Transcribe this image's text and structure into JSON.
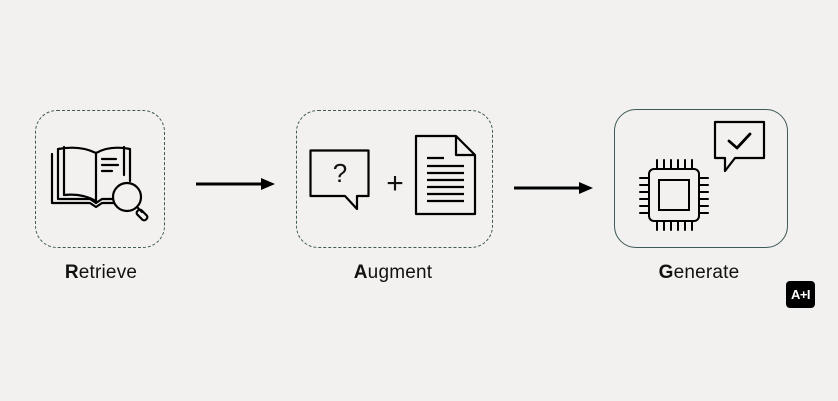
{
  "steps": [
    {
      "initial": "R",
      "rest": "etrieve"
    },
    {
      "initial": "A",
      "rest": "ugment"
    },
    {
      "initial": "G",
      "rest": "enerate"
    }
  ],
  "augment": {
    "question_mark": "?",
    "plus": "+"
  },
  "badge": {
    "text": "A+I"
  },
  "icons": {
    "retrieve": "book-magnifier-icon",
    "question": "question-bubble-icon",
    "document": "document-icon",
    "chip": "cpu-chip-icon",
    "check": "check-bubble-icon"
  },
  "colors": {
    "background": "#f2f1ef",
    "border": "#3f5a57",
    "ink": "#000000"
  }
}
